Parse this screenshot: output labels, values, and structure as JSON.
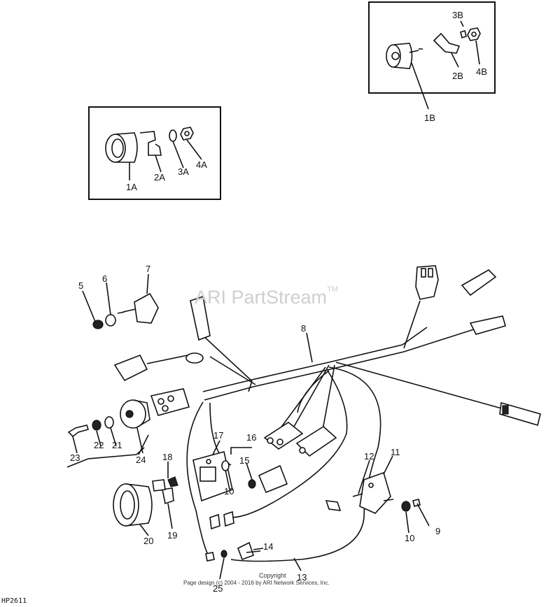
{
  "watermark": {
    "text": "ARI PartStream",
    "mark": "TM"
  },
  "copyright": {
    "line1": "Copyright",
    "line2": "Page design (c) 2004 - 2016 by ARI Network Services, Inc."
  },
  "figure_ref": "HP2611",
  "inset_a": {
    "labels": {
      "p1": "1A",
      "p2": "2A",
      "p3": "3A",
      "p4": "4A"
    }
  },
  "inset_b": {
    "labels": {
      "p1": "1B",
      "p2": "2B",
      "p3": "3B",
      "p4": "4B"
    }
  },
  "callouts": {
    "c5": "5",
    "c6": "6",
    "c7": "7",
    "c8": "8",
    "c9": "9",
    "c10a": "10",
    "c10b": "10",
    "c11": "11",
    "c12": "12",
    "c13": "13",
    "c14": "14",
    "c15": "15",
    "c16": "16",
    "c17": "17",
    "c18": "18",
    "c19": "19",
    "c20": "20",
    "c21": "21",
    "c22": "22",
    "c23": "23",
    "c24": "24",
    "c25": "25"
  }
}
